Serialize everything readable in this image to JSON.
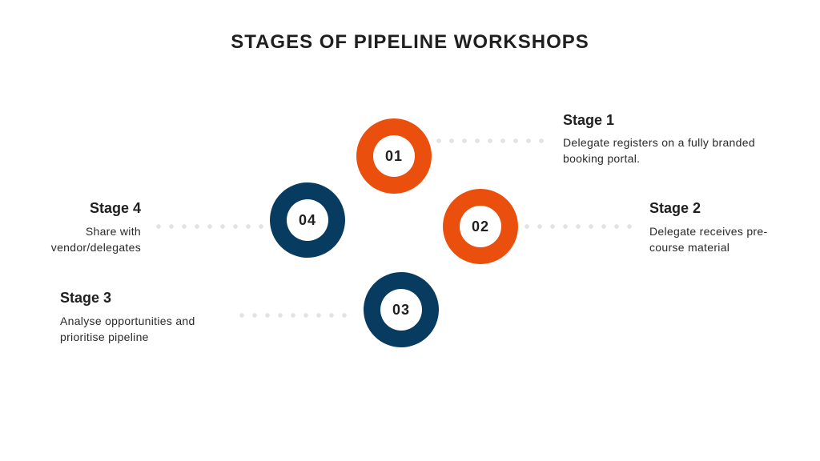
{
  "title": "STAGES OF PIPELINE WORKSHOPS",
  "colors": {
    "orange": "#ea4f0e",
    "navy": "#083b60",
    "dots": "#e3e3e3"
  },
  "stages": {
    "s1": {
      "number": "01",
      "title": "Stage 1",
      "desc1": "Delegate registers on a fully branded",
      "desc2": "booking portal.",
      "ring_color": "#ea4f0e"
    },
    "s2": {
      "number": "02",
      "title": "Stage 2",
      "desc1": "Delegate receives pre-",
      "desc2": "course material",
      "ring_color": "#ea4f0e"
    },
    "s3": {
      "number": "03",
      "title": "Stage 3",
      "desc1": "Analyse opportunities and",
      "desc2": "prioritise pipeline",
      "ring_color": "#083b60"
    },
    "s4": {
      "number": "04",
      "title": "Stage 4",
      "desc1": "Share with",
      "desc2": "vendor/delegates",
      "ring_color": "#083b60"
    }
  }
}
